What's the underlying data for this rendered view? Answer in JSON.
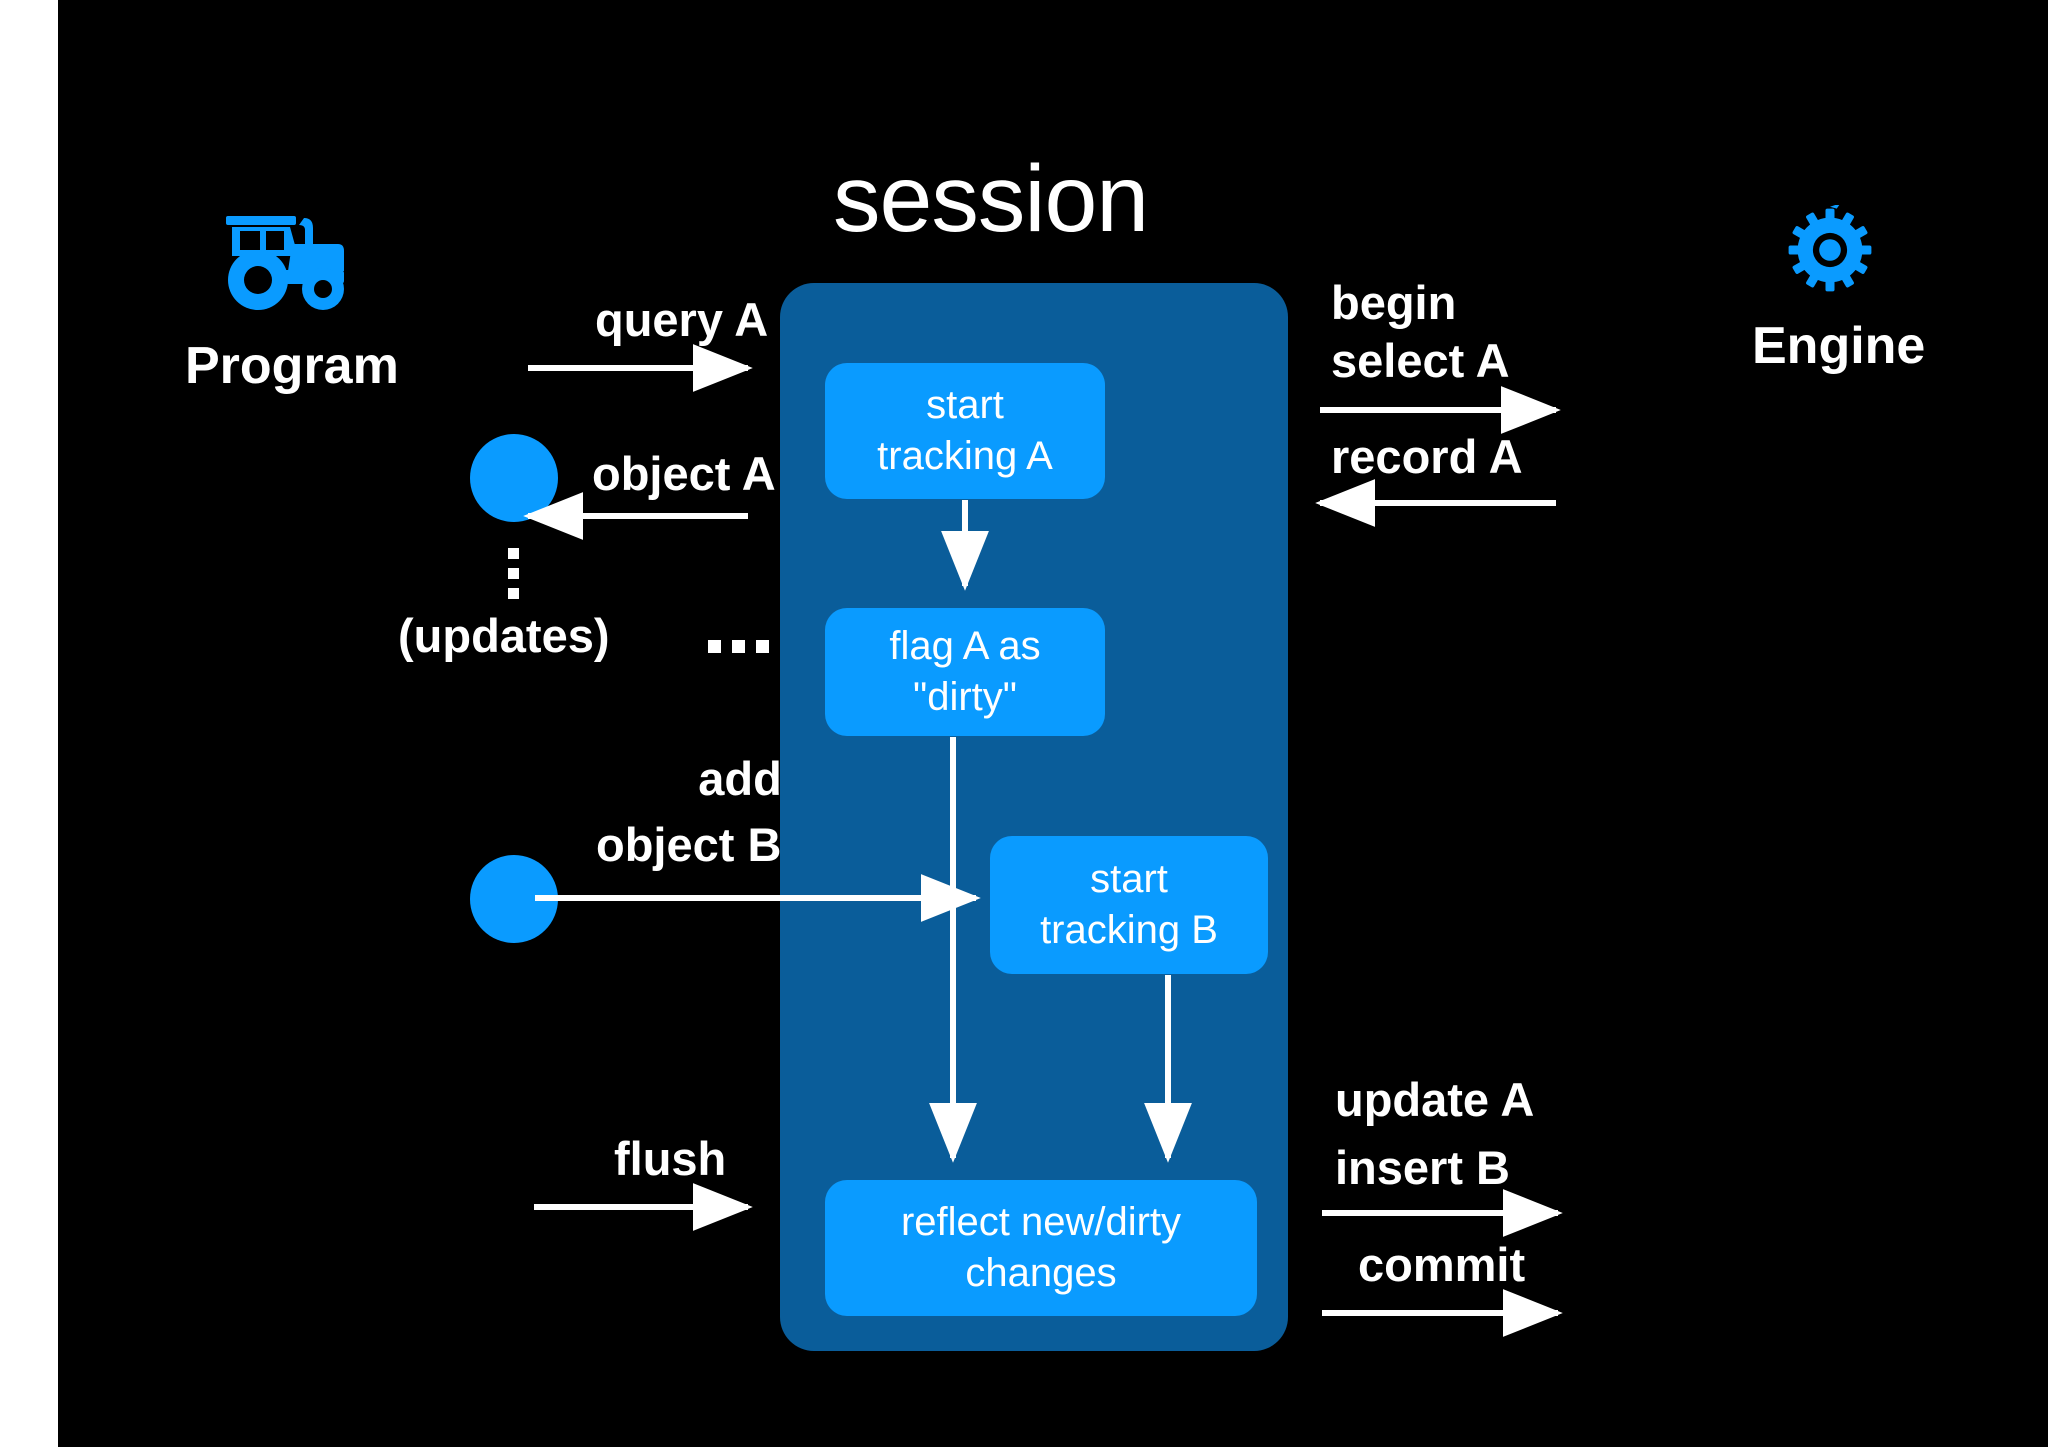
{
  "slide": {
    "title": "session",
    "background_color": "#000000",
    "page_background_color": "#ffffff",
    "accent_color": "#0A9BFF",
    "session_color": "#0A5D9A",
    "text_color": "#ffffff"
  },
  "actors": {
    "left": {
      "label": "Program",
      "icon": "tractor-icon"
    },
    "right": {
      "label": "Engine",
      "icon": "gear-icon"
    }
  },
  "session": {
    "label": "session",
    "steps": [
      {
        "id": "start-tracking-a",
        "line1": "start",
        "line2": "tracking A"
      },
      {
        "id": "flag-a-dirty",
        "line1": "flag A as",
        "line2": "\"dirty\""
      },
      {
        "id": "start-tracking-b",
        "line1": "start",
        "line2": "tracking B"
      },
      {
        "id": "reflect-changes",
        "line1": "reflect new/dirty",
        "line2": "changes"
      }
    ]
  },
  "messages": {
    "program_to_session": [
      {
        "id": "query-a",
        "line1": "query A",
        "line2": "",
        "direction": "right"
      },
      {
        "id": "object-a",
        "line1": "object A",
        "line2": "",
        "direction": "left"
      },
      {
        "id": "add-object-b",
        "line1": "add",
        "line2": "object B",
        "direction": "right"
      },
      {
        "id": "flush",
        "line1": "flush",
        "line2": "",
        "direction": "right"
      }
    ],
    "session_to_engine": [
      {
        "id": "begin-select-a",
        "line1": "begin",
        "line2": "select A",
        "direction": "right"
      },
      {
        "id": "record-a",
        "line1": "record A",
        "line2": "",
        "direction": "left"
      },
      {
        "id": "update-a-insert-b",
        "line1": "update A",
        "line2": "insert B",
        "direction": "right"
      },
      {
        "id": "commit",
        "line1": "commit",
        "line2": "",
        "direction": "right"
      }
    ]
  },
  "annotations": {
    "updates": "(updates)",
    "vertical_ellipsis": "⋮",
    "horizontal_ellipsis": "…"
  }
}
